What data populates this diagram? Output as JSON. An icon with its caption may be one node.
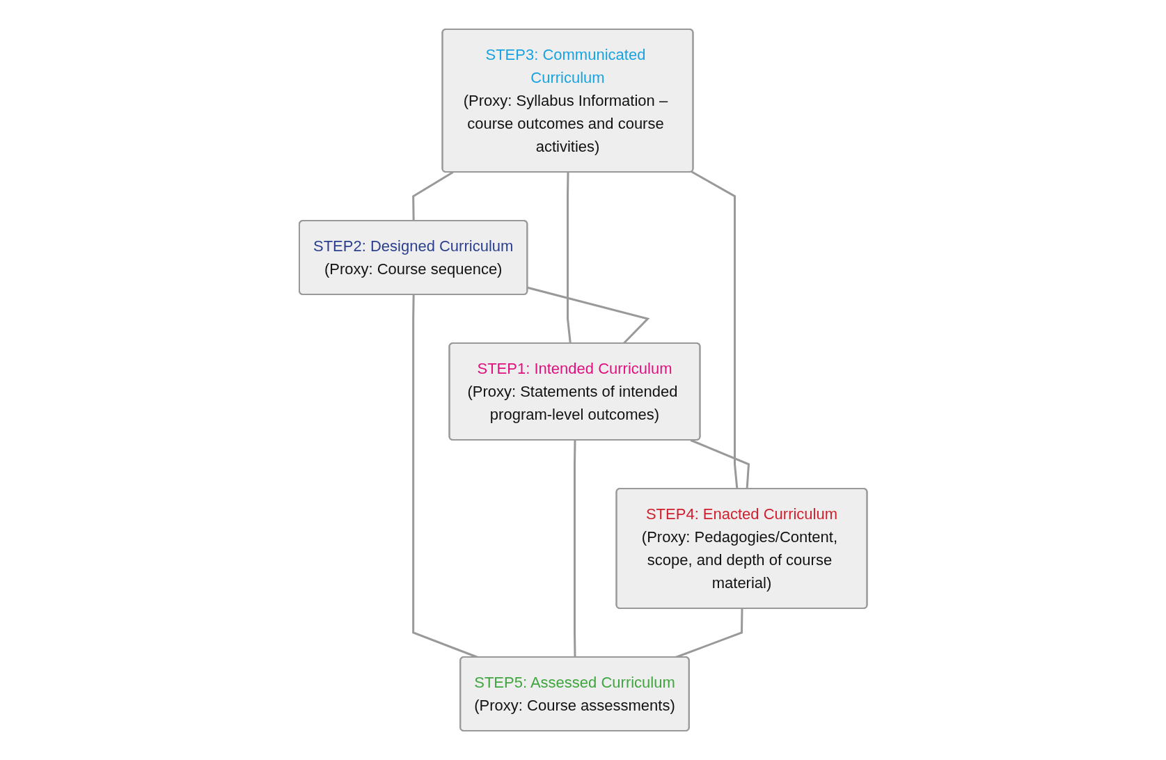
{
  "diagram": {
    "nodes": [
      {
        "text": [
          "STEP3: Communicated Curriculum",
          "(Proxy: Syllabus Information – course outcomes and course activities)"
        ]
      },
      {
        "text": [
          "STEP2: Designed Curriculum",
          "(Proxy: Course sequence)"
        ]
      },
      {
        "text": [
          "STEP1: Intended Curriculum",
          "(Proxy: Statements of intended program-level outcomes)"
        ]
      },
      {
        "text": [
          "STEP4: Enacted Curriculum",
          "(Proxy: Pedagogies/Content, scope, and depth of course material)"
        ]
      },
      {
        "text": [
          "STEP5: Assessed Curriculum",
          "(Proxy: Course assessments)"
        ]
      }
    ],
    "edges": [
      {
        "from": 0,
        "to": 1,
        "arrow": "none"
      },
      {
        "from": 0,
        "to": 2,
        "arrow": "none"
      },
      {
        "from": 0,
        "to": 3,
        "arrow": "none"
      },
      {
        "from": 1,
        "to": 2,
        "arrow": "none"
      },
      {
        "from": 2,
        "to": 3,
        "arrow": "none"
      },
      {
        "from": 1,
        "to": 4,
        "arrow": "none"
      },
      {
        "from": 2,
        "to": 4,
        "arrow": "none"
      },
      {
        "from": 3,
        "to": 4,
        "arrow": "none"
      }
    ]
  }
}
